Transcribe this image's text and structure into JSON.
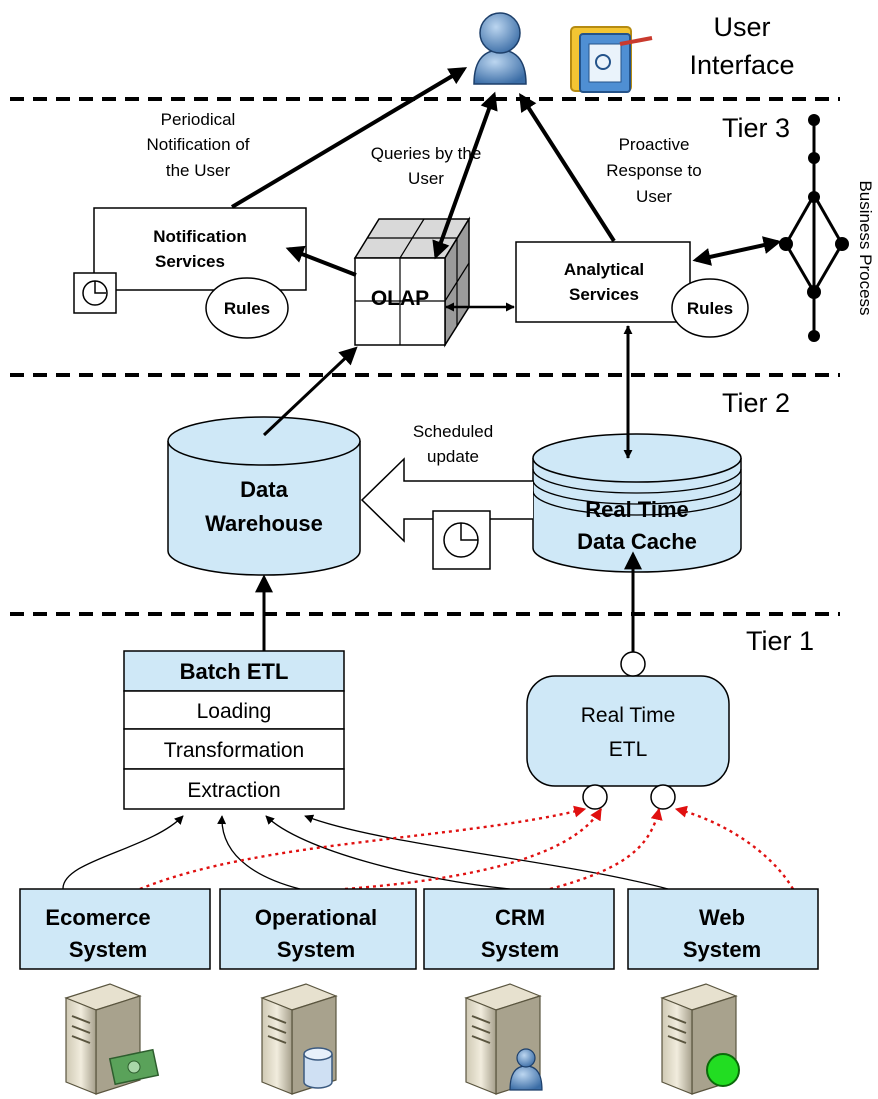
{
  "tiers": {
    "ui": [
      "User",
      "Interface"
    ],
    "tier3": "Tier 3",
    "tier2": "Tier 2",
    "tier1": "Tier 1"
  },
  "notes": {
    "periodical": [
      "Periodical",
      "Notification of",
      "the User"
    ],
    "queries": [
      "Queries by the",
      "User"
    ],
    "proactive": [
      "Proactive",
      "Response to",
      "User"
    ],
    "business_process": "Business Process",
    "scheduled": [
      "Scheduled",
      "update"
    ]
  },
  "tier3": {
    "notification": [
      "Notification",
      "Services"
    ],
    "rules_left": "Rules",
    "olap": "OLAP",
    "analytical": [
      "Analytical",
      "Services"
    ],
    "rules_right": "Rules"
  },
  "tier2": {
    "warehouse": [
      "Data",
      "Warehouse"
    ],
    "cache": [
      "Real Time",
      "Data Cache"
    ]
  },
  "tier1": {
    "batch_title": "Batch ETL",
    "batch_rows": [
      "Loading",
      "Transformation",
      "Extraction"
    ],
    "rt_etl": [
      "Real Time",
      "ETL"
    ]
  },
  "systems": [
    {
      "name": [
        "Ecomerce",
        "System"
      ],
      "badge": "money-icon"
    },
    {
      "name": [
        "Operational",
        "System"
      ],
      "badge": "database-icon"
    },
    {
      "name": [
        "CRM",
        "System"
      ],
      "badge": "user-icon"
    },
    {
      "name": [
        "Web",
        "System"
      ],
      "badge": "globe-icon"
    }
  ],
  "colors": {
    "light_blue": "#cfe8f7",
    "realtime_flow": "#e01010",
    "web_badge": "#22dd22"
  }
}
